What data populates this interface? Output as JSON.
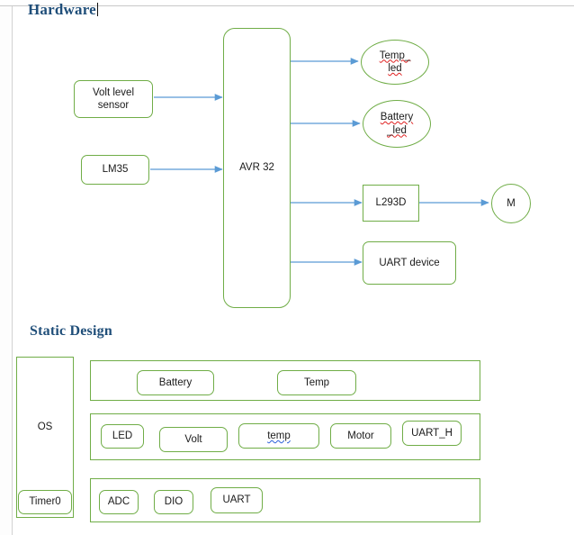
{
  "document": {
    "clipped_top_line": "",
    "accent_green": "#70AD47",
    "accent_blue": "#5B9BD5",
    "heading_color": "#1F4E79",
    "spell_error_color": "#E02020",
    "grammar_error_color": "#2B5FD9"
  },
  "hardware": {
    "heading": "Hardware",
    "blocks": {
      "volt_sensor": "Volt level\nsensor",
      "volt_sensor_line1": "Volt level",
      "volt_sensor_line2": "sensor",
      "lm35": "LM35",
      "mcu": "AVR 32",
      "temp_led_line1": "Temp_",
      "temp_led_line2": "led",
      "battery_led_line1": "Battery",
      "battery_led_line2": "_led",
      "driver": "L293D",
      "motor": "M",
      "uart_device": "UART device"
    },
    "connections": [
      {
        "from": "volt_sensor",
        "to": "mcu"
      },
      {
        "from": "lm35",
        "to": "mcu"
      },
      {
        "from": "mcu",
        "to": "temp_led"
      },
      {
        "from": "mcu",
        "to": "battery_led"
      },
      {
        "from": "mcu",
        "to": "driver"
      },
      {
        "from": "mcu",
        "to": "uart_device"
      },
      {
        "from": "driver",
        "to": "motor"
      }
    ]
  },
  "static_design": {
    "heading": "Static Design",
    "os_column": {
      "label": "OS",
      "timer": "Timer0"
    },
    "layers": [
      {
        "name": "application-layer",
        "modules": [
          "Battery",
          "Temp"
        ]
      },
      {
        "name": "hal-layer",
        "modules": [
          "LED",
          "Volt",
          "temp",
          "Motor",
          "UART_H"
        ]
      },
      {
        "name": "mcal-layer",
        "modules": [
          "ADC",
          "DIO",
          "UART"
        ]
      }
    ]
  }
}
